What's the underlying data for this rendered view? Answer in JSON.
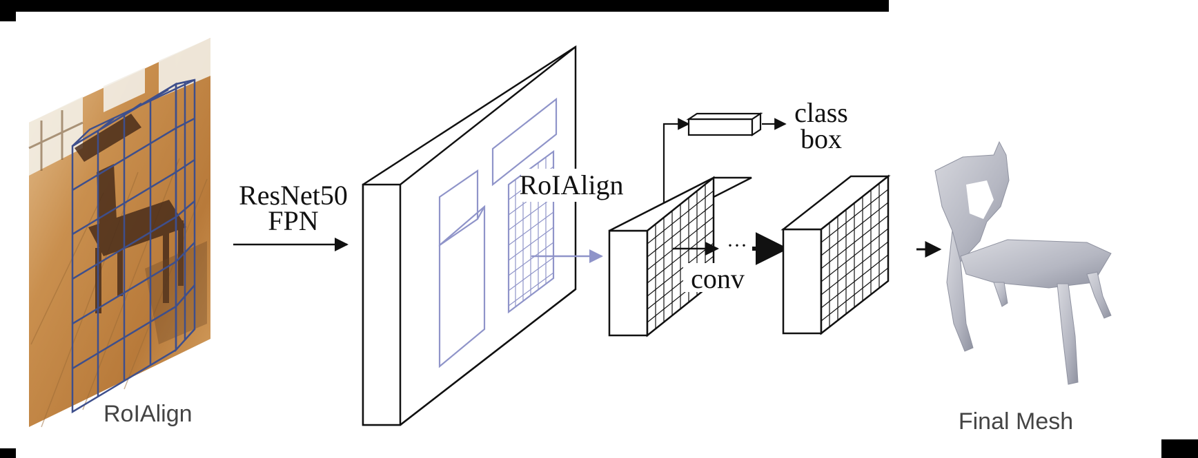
{
  "labels": {
    "backbone_line1": "ResNet50",
    "backbone_line2": "FPN",
    "roialign_feature": "RoIAlign",
    "head_out_line1": "class",
    "head_out_line2": "box",
    "conv": "conv",
    "ellipsis": "···",
    "caption_left": "RoIAlign",
    "caption_right": "Final Mesh"
  },
  "colors": {
    "stroke": "#111111",
    "roi": "#8f94c9",
    "voxel_grid": "#3e4f8c",
    "mesh": "#b8bac4"
  },
  "icons": {
    "input_image": "photo-of-chair-with-voxel-grid",
    "final_mesh": "3d-chair-mesh"
  }
}
